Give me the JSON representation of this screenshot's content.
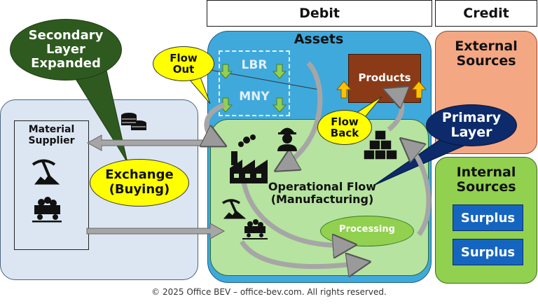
{
  "header": {
    "debit": "Debit",
    "credit": "Credit"
  },
  "assets": {
    "title": "Assets"
  },
  "labels": {
    "lbr": "LBR",
    "mny": "MNY",
    "products": "Products",
    "material_supplier": "Material\nSupplier",
    "operational_flow": "Operational Flow\n(Manufacturing)",
    "processing": "Processing"
  },
  "callouts": {
    "secondary_layer": "Secondary\nLayer\nExpanded",
    "flow_out": "Flow\nOut",
    "flow_back": "Flow\nBack",
    "exchange": "Exchange\n(Buying)",
    "primary_layer": "Primary\nLayer"
  },
  "credit": {
    "external_sources": "External\nSources",
    "internal_sources": "Internal\nSources",
    "surplus_items": [
      "Surplus",
      "Surplus"
    ]
  },
  "footer": {
    "copyright": "© 2025 Office BEV – office-bev.com. All rights reserved."
  },
  "colors": {
    "assets_blue": "#3fa9dc",
    "operational_green": "#b6e3a0",
    "supplier_bg": "#dce6f2",
    "external_salmon": "#f4a783",
    "internal_green": "#92d050",
    "surplus_blue": "#1565c0",
    "products_brown": "#8b3a17",
    "callout_yellow": "#ffff00",
    "secondary_dark_green": "#2e5a1f",
    "primary_navy": "#0d2a6b"
  }
}
